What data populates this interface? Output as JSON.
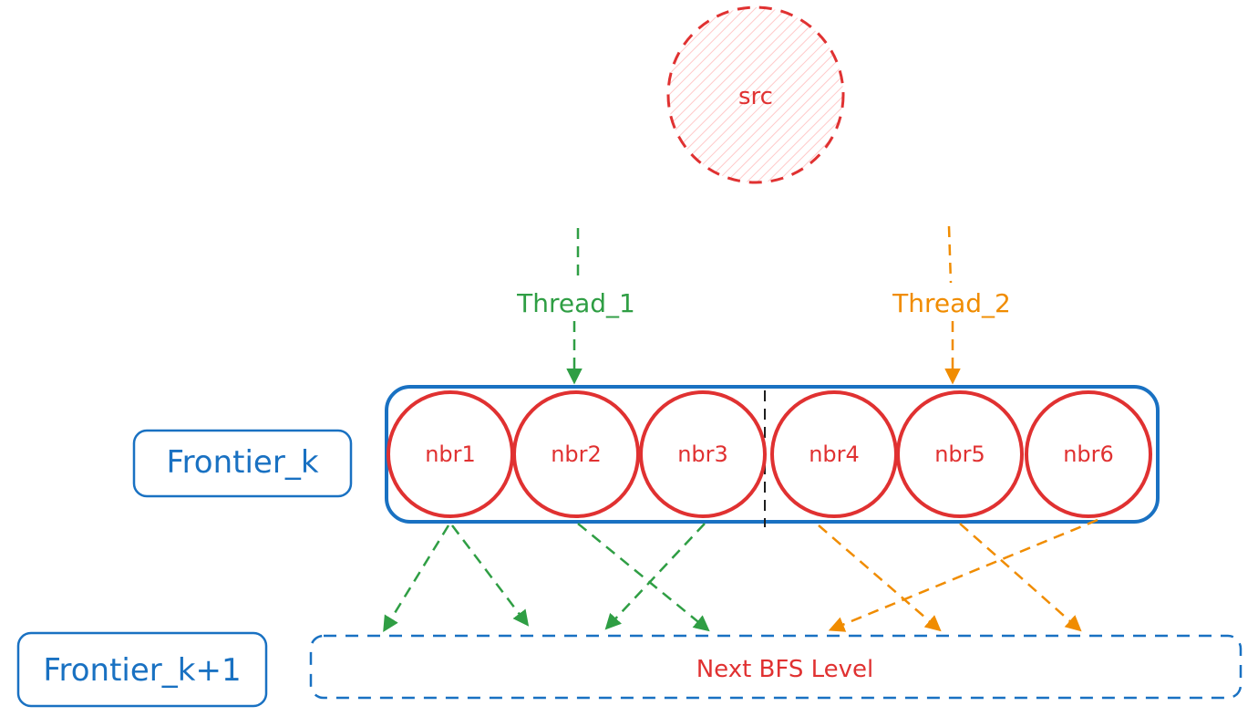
{
  "diagram": {
    "source": {
      "label": "src",
      "color": "#e03131"
    },
    "threads": [
      {
        "label": "Thread_1",
        "color": "#2f9e44"
      },
      {
        "label": "Thread_2",
        "color": "#f08c00"
      }
    ],
    "frontier_k": {
      "label": "Frontier_k",
      "color": "#1971c2",
      "nodes": [
        "nbr1",
        "nbr2",
        "nbr3",
        "nbr4",
        "nbr5",
        "nbr6"
      ],
      "node_color": "#e03131"
    },
    "frontier_next": {
      "label": "Frontier_k+1",
      "level_label": "Next BFS Level",
      "color": "#1971c2"
    }
  }
}
